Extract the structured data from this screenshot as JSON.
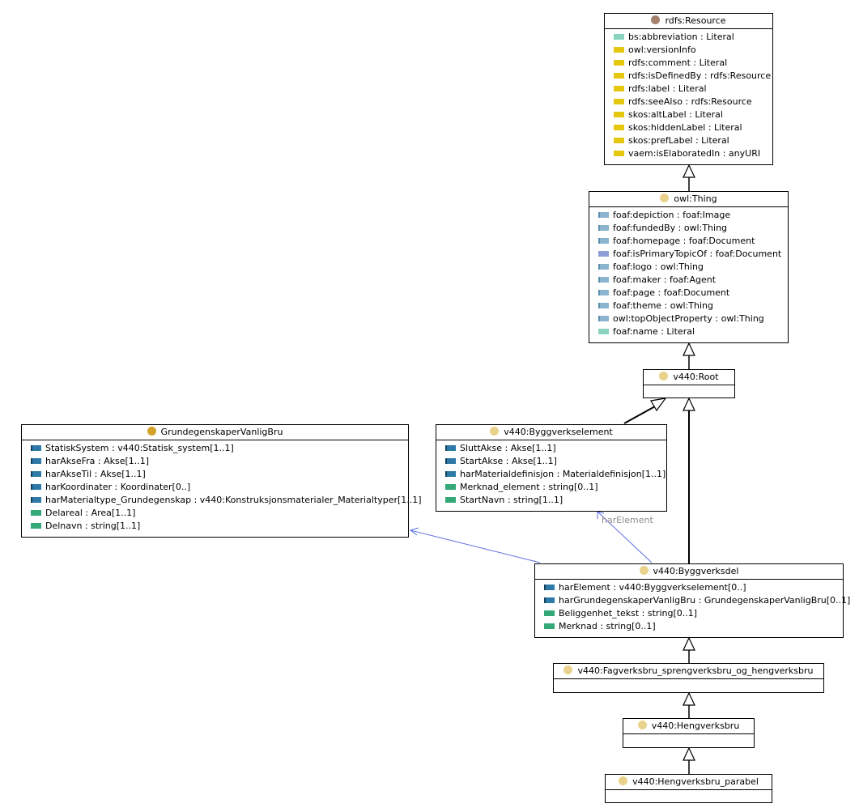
{
  "colors": {
    "resource_dot": "#a5826f",
    "class_dot": "#e8d28c",
    "external_dot": "#d2a32a",
    "edge_black": "#000000",
    "edge_blue": "#5b6ee0"
  },
  "classes": {
    "rdfs_resource": {
      "title": "rdfs:Resource",
      "rows": [
        {
          "icon": "datatype-property-icon",
          "kind": "dt",
          "label": "bs:abbreviation : Literal"
        },
        {
          "icon": "annotation-property-icon",
          "kind": "an",
          "label": "owl:versionInfo"
        },
        {
          "icon": "annotation-property-icon",
          "kind": "an",
          "label": "rdfs:comment : Literal"
        },
        {
          "icon": "annotation-property-icon",
          "kind": "an",
          "label": "rdfs:isDefinedBy : rdfs:Resource"
        },
        {
          "icon": "annotation-property-icon",
          "kind": "an",
          "label": "rdfs:label : Literal"
        },
        {
          "icon": "annotation-property-icon",
          "kind": "an",
          "label": "rdfs:seeAlso : rdfs:Resource"
        },
        {
          "icon": "annotation-property-icon",
          "kind": "an",
          "label": "skos:altLabel : Literal"
        },
        {
          "icon": "annotation-property-icon",
          "kind": "an",
          "label": "skos:hiddenLabel : Literal"
        },
        {
          "icon": "annotation-property-icon",
          "kind": "an",
          "label": "skos:prefLabel : Literal"
        },
        {
          "icon": "annotation-property-icon",
          "kind": "an",
          "label": "vaem:isElaboratedIn : anyURI"
        }
      ]
    },
    "owl_thing": {
      "title": "owl:Thing",
      "rows": [
        {
          "icon": "object-property-icon",
          "kind": "op",
          "label": "foaf:depiction : foaf:Image"
        },
        {
          "icon": "object-property-icon",
          "kind": "op",
          "label": "foaf:fundedBy : owl:Thing"
        },
        {
          "icon": "object-property-icon",
          "kind": "op",
          "label": "foaf:homepage : foaf:Document"
        },
        {
          "icon": "inverse-functional-property-icon",
          "kind": "op2",
          "label": "foaf:isPrimaryTopicOf : foaf:Document"
        },
        {
          "icon": "object-property-icon",
          "kind": "op",
          "label": "foaf:logo : owl:Thing"
        },
        {
          "icon": "object-property-icon",
          "kind": "op",
          "label": "foaf:maker : foaf:Agent"
        },
        {
          "icon": "object-property-icon",
          "kind": "op",
          "label": "foaf:page : foaf:Document"
        },
        {
          "icon": "object-property-icon",
          "kind": "op",
          "label": "foaf:theme : owl:Thing"
        },
        {
          "icon": "object-property-icon",
          "kind": "op",
          "label": "owl:topObjectProperty : owl:Thing"
        },
        {
          "icon": "datatype-property-icon",
          "kind": "dt",
          "label": "foaf:name : Literal"
        }
      ]
    },
    "root": {
      "title": "v440:Root",
      "rows": []
    },
    "grunn": {
      "title": "GrundegenskaperVanligBru",
      "rows": [
        {
          "icon": "object-property-icon",
          "kind": "obj",
          "label": "StatiskSystem : v440:Statisk_system[1..1]"
        },
        {
          "icon": "object-property-icon",
          "kind": "obj",
          "label": "harAkseFra : Akse[1..1]"
        },
        {
          "icon": "object-property-icon",
          "kind": "obj",
          "label": "harAkseTil : Akse[1..1]"
        },
        {
          "icon": "object-property-icon",
          "kind": "obj",
          "label": "harKoordinater : Koordinater[0..]"
        },
        {
          "icon": "object-property-icon",
          "kind": "obj",
          "label": "harMaterialtype_Grundegenskap : v440:Konstruksjonsmaterialer_Materialtyper[1..1]"
        },
        {
          "icon": "data-property-icon",
          "kind": "dat",
          "label": "Delareal : Area[1..1]"
        },
        {
          "icon": "data-property-icon",
          "kind": "dat",
          "label": "Delnavn : string[1..1]"
        }
      ]
    },
    "byggverkselement": {
      "title": "v440:Byggverkselement",
      "rows": [
        {
          "icon": "object-property-icon",
          "kind": "obj",
          "label": "SluttAkse : Akse[1..1]"
        },
        {
          "icon": "object-property-icon",
          "kind": "obj",
          "label": "StartAkse : Akse[1..1]"
        },
        {
          "icon": "object-property-icon",
          "kind": "obj",
          "label": "harMaterialdefinisjon : Materialdefinisjon[1..1]"
        },
        {
          "icon": "data-property-icon",
          "kind": "dat",
          "label": "Merknad_element : string[0..1]"
        },
        {
          "icon": "data-property-icon",
          "kind": "dat",
          "label": "StartNavn : string[1..1]"
        }
      ]
    },
    "byggverksdel": {
      "title": "v440:Byggverksdel",
      "rows": [
        {
          "icon": "object-property-icon",
          "kind": "obj",
          "label": "harElement : v440:Byggverkselement[0..]"
        },
        {
          "icon": "object-property-icon",
          "kind": "obj",
          "label": "harGrundegenskaperVanligBru : GrundegenskaperVanligBru[0..1]"
        },
        {
          "icon": "data-property-icon",
          "kind": "dat",
          "label": "Beliggenhet_tekst : string[0..1]"
        },
        {
          "icon": "data-property-icon",
          "kind": "dat",
          "label": "Merknad : string[0..1]"
        }
      ]
    },
    "fagverksbru": {
      "title": "v440:Fagverksbru_sprengverksbru_og_hengverksbru",
      "rows": []
    },
    "hengverksbru": {
      "title": "v440:Hengverksbru",
      "rows": []
    },
    "parabel": {
      "title": "v440:Hengverksbru_parabel",
      "rows": []
    }
  },
  "edges": {
    "harElement_label": "harElement"
  }
}
